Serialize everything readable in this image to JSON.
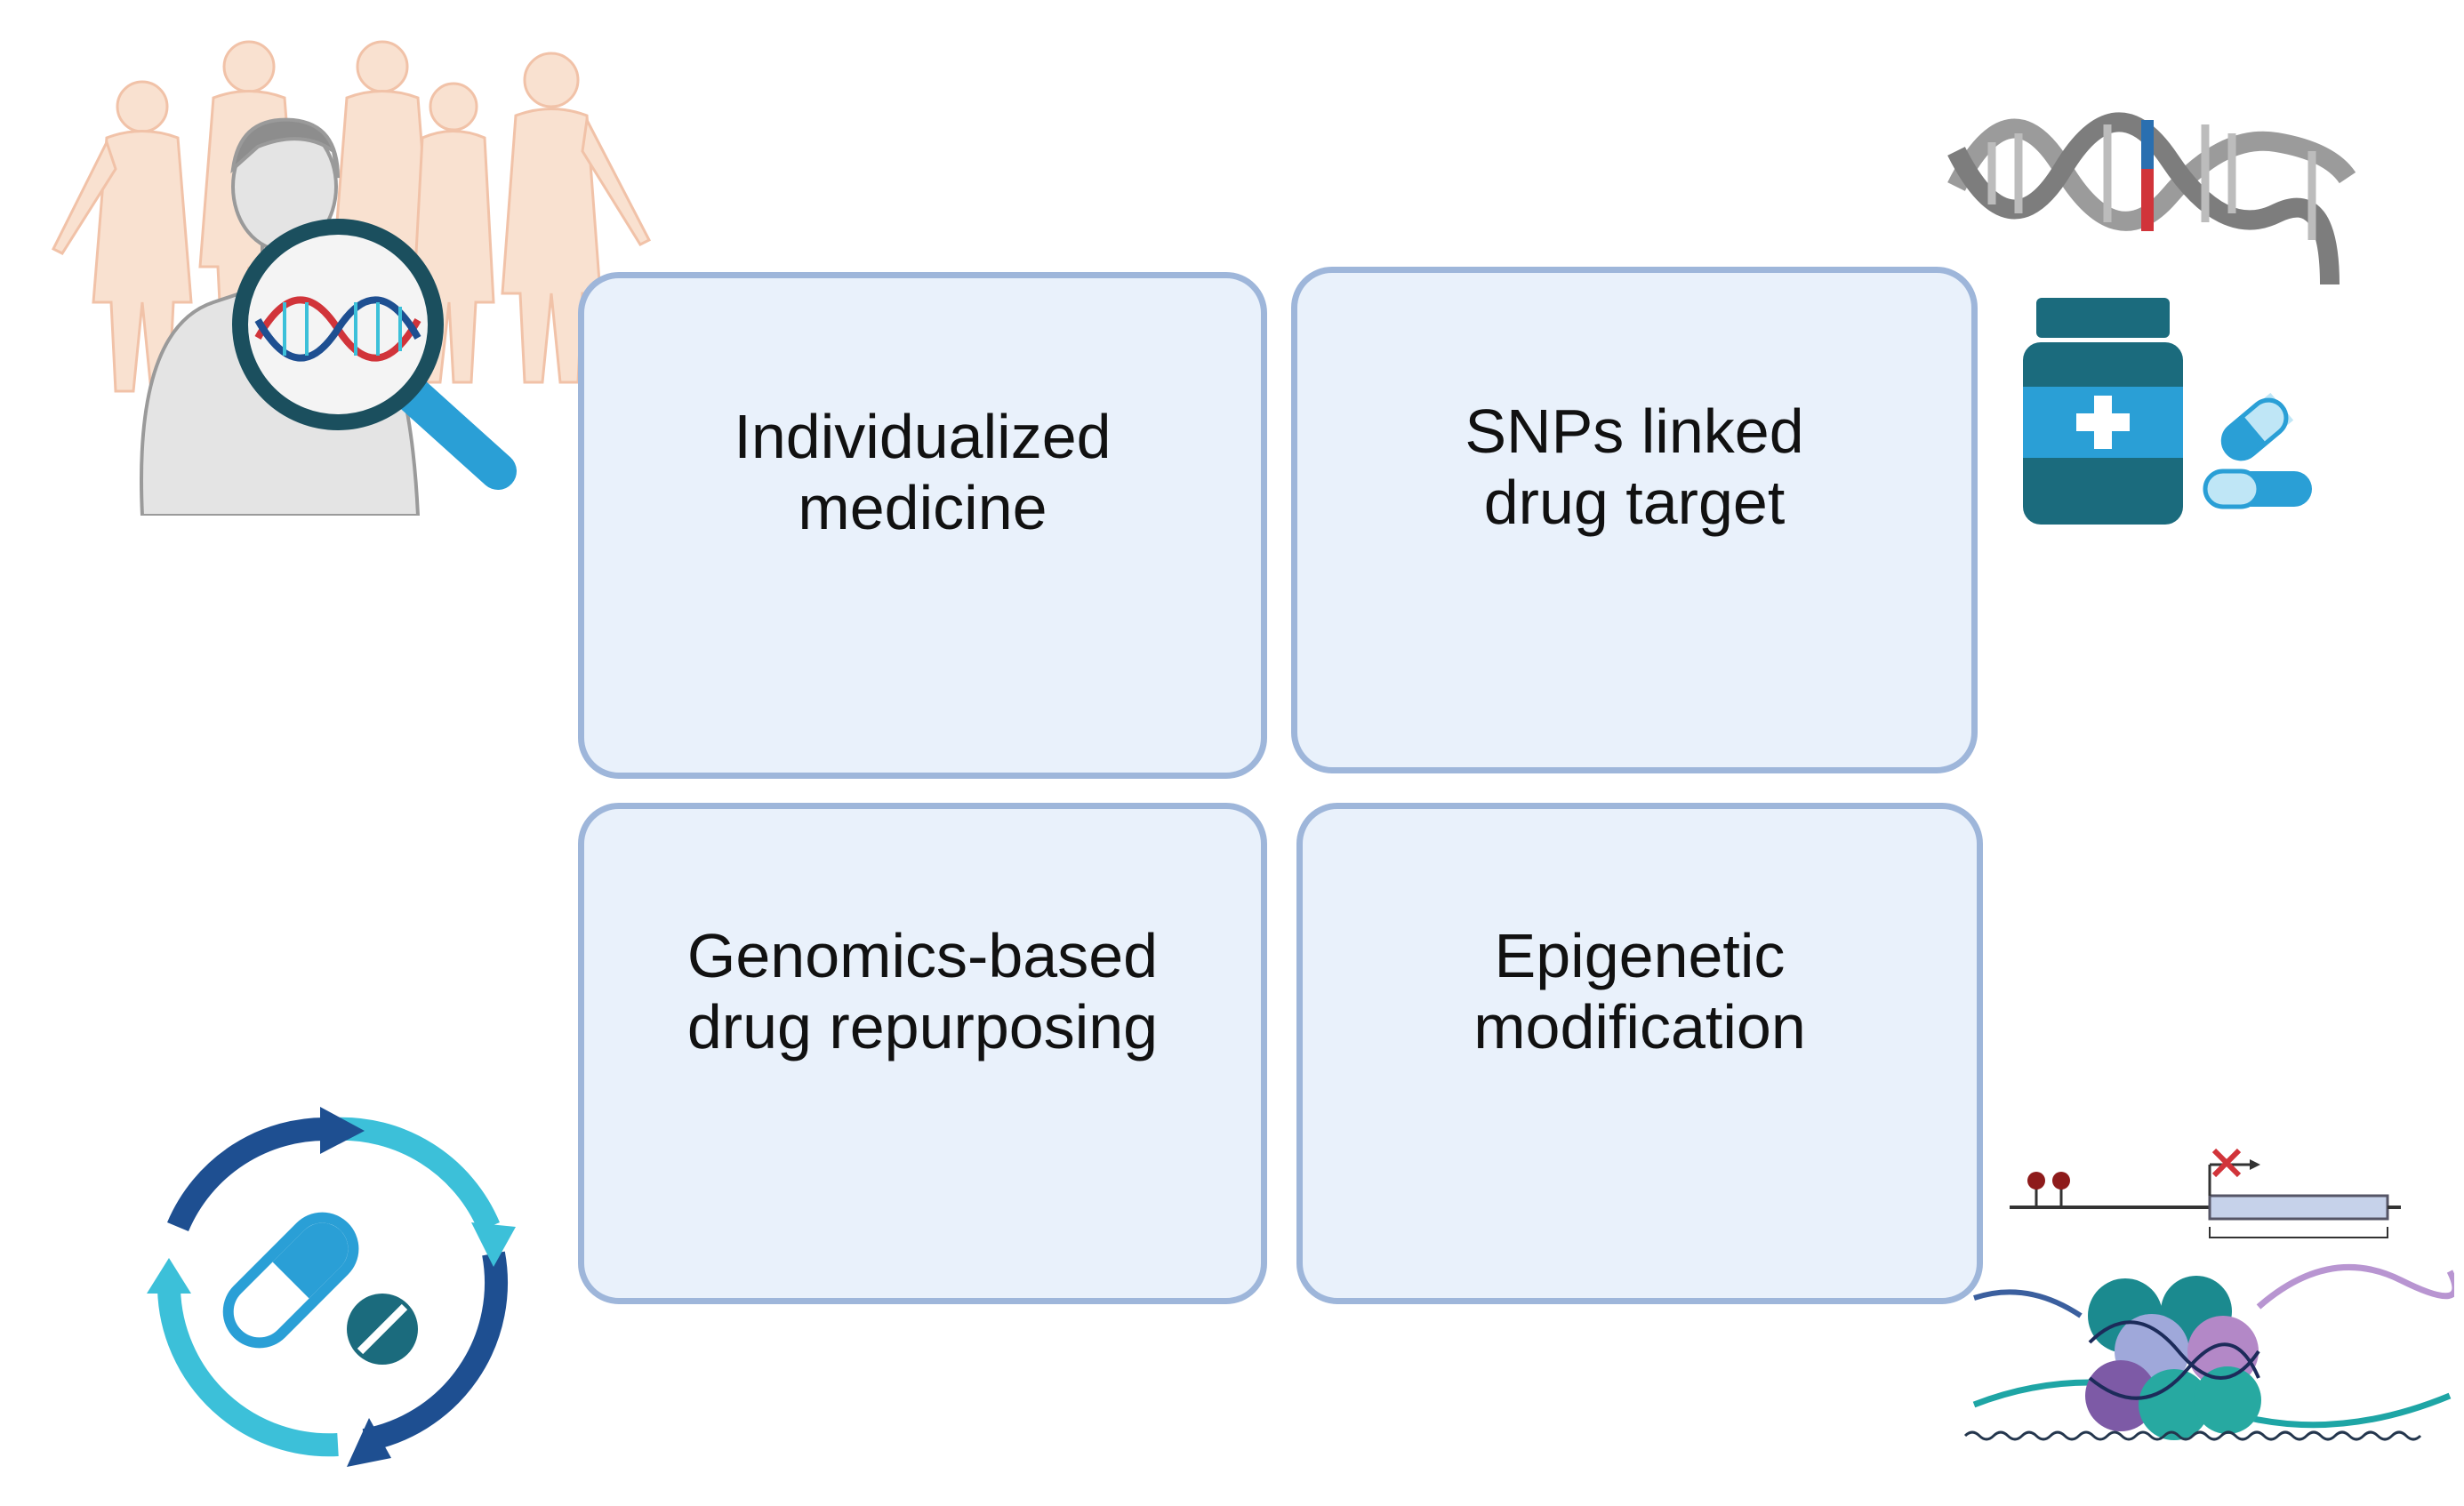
{
  "boxes": [
    {
      "label": "Individualized\nmedicine"
    },
    {
      "label": "SNPs linked\ndrug target"
    },
    {
      "label": "Genomics-based\ndrug repurposing"
    },
    {
      "label": "Epigenetic\nmodification"
    }
  ],
  "icons": {
    "top_left": "people-genome-magnifier-icon",
    "top_right": "dna-medicine-bottle-icon",
    "bottom_left": "drug-repurposing-cycle-icon",
    "bottom_right": "epigenetic-nucleosome-icon"
  },
  "colors": {
    "box_fill": "#e9f1fb",
    "box_border": "#9eb6da",
    "teal": "#1b6b7d",
    "light_blue": "#2a9fd6",
    "dark_blue": "#1e4f91",
    "cyan": "#3cc0d9",
    "red": "#d1343a"
  }
}
